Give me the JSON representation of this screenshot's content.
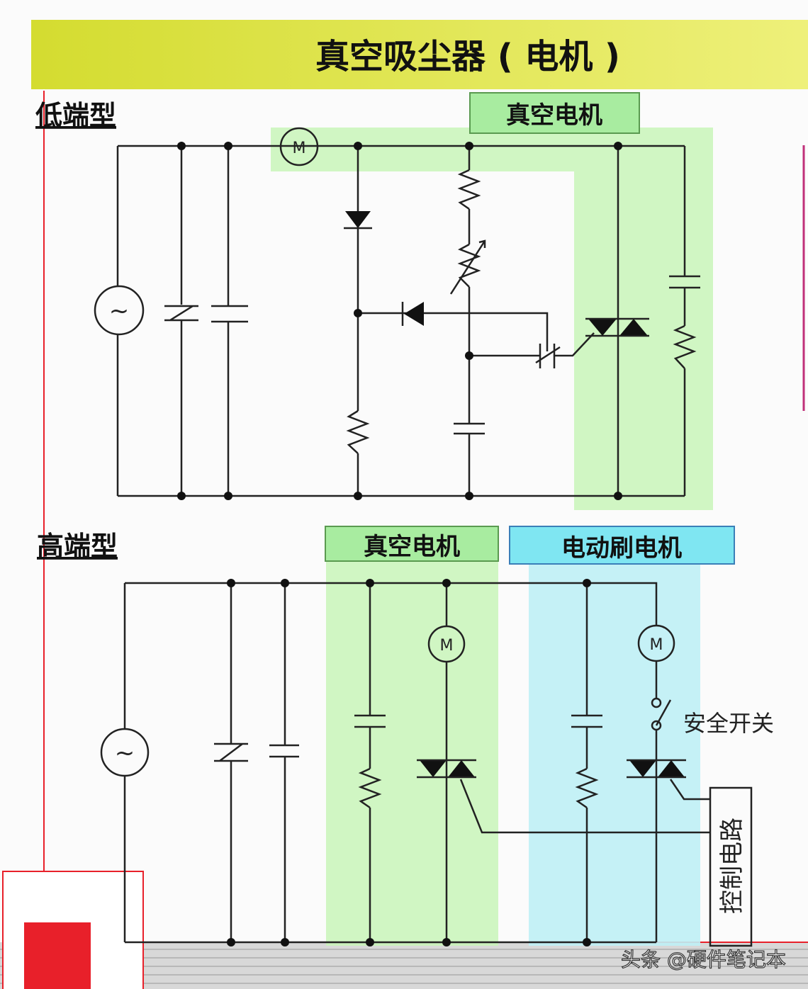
{
  "title": "真空吸尘器 ( 电机 )",
  "sections": {
    "low": {
      "label": "低端型",
      "highlight_label": "真空电机"
    },
    "high": {
      "label": "高端型",
      "highlight_vacuum_label": "真空电机",
      "highlight_brush_label": "电动刷电机"
    }
  },
  "components": {
    "motor_symbol": "M",
    "ac_symbol": "~",
    "safety_switch_label": "安全开关",
    "control_circuit_label": "控制电路"
  },
  "watermark": "头条 @硬件笔记本",
  "colors": {
    "title_bar": "#d8e23a",
    "vacuum_highlight": "#c8f5b8",
    "brush_highlight": "#bff0f5",
    "accent_red": "#e8202a"
  }
}
